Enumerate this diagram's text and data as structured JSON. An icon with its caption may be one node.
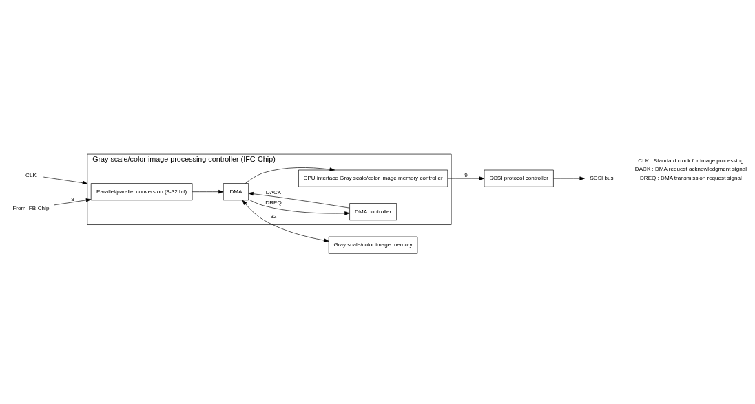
{
  "diagram": {
    "nodes": [
      {
        "text": [
          "Gray scale/color image processing controller (IFC-Chip)"
        ]
      },
      {
        "text": [
          "Parallel/parallel conversion (8-32 bit)"
        ],
        "in": 0
      },
      {
        "text": [
          "DMA"
        ],
        "in": 0
      },
      {
        "text": [
          "DMA controller"
        ],
        "in": 0
      },
      {
        "text": [
          "CPU interface Gray scale/color image memory controller"
        ],
        "in": 0
      },
      {
        "text": [
          "SCSI protocol controller"
        ]
      },
      {
        "text": [
          "Gray scale/color image memory"
        ]
      },
      {
        "text": [
          "CLK"
        ]
      },
      {
        "text": [
          "From IFB-Chip"
        ]
      },
      {
        "text": [
          "SCSI bus"
        ]
      }
    ],
    "edges": [
      {
        "from": 7,
        "to": 0,
        "arrow": "to"
      },
      {
        "from": 8,
        "to": 1,
        "arrow": "to",
        "label": "8"
      },
      {
        "from": 1,
        "to": 2,
        "arrow": "to"
      },
      {
        "from": 2,
        "to": 3,
        "arrow": "to",
        "label": "DREQ"
      },
      {
        "from": 3,
        "to": 2,
        "arrow": "to",
        "label": "DACK"
      },
      {
        "from": 2,
        "to": 4,
        "arrow": "to"
      },
      {
        "from": 4,
        "to": 5,
        "arrow": "to",
        "label": "9"
      },
      {
        "from": 2,
        "to": 6,
        "arrow": "both",
        "label": "32"
      },
      {
        "from": 5,
        "to": 9,
        "arrow": "to"
      }
    ],
    "labels": [
      "DREQ : DMA transmission request signal",
      "DACK : DMA request acknowledgment signal",
      "CLK : Standard clock for image processing"
    ]
  }
}
